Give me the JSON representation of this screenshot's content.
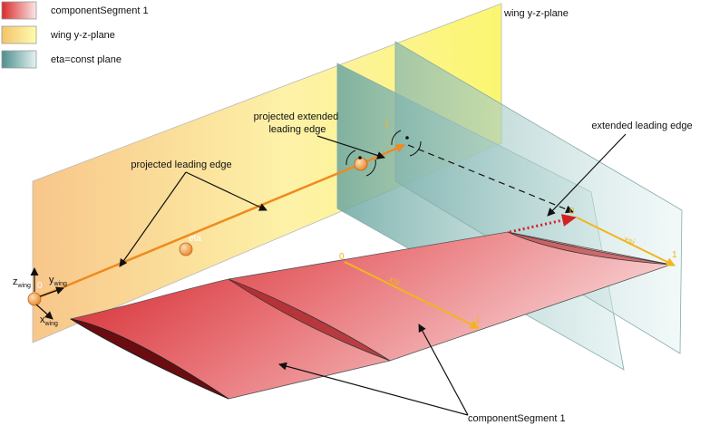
{
  "legend": [
    {
      "label": "componentSegment 1",
      "color_from": "#d92b2b",
      "color_to": "#fbe6e6"
    },
    {
      "label": "wing y-z-plane",
      "color_from": "#f5c36a",
      "color_to": "#fefcb0"
    },
    {
      "label": "eta=const plane",
      "color_from": "#4d8f8c",
      "color_to": "#e4f2f2"
    }
  ],
  "labels": {
    "wing_yz_plane": "wing y-z-plane",
    "projected_leading_edge": "projected leading edge",
    "projected_extended_leading_edge": "projected extended\nleading edge",
    "extended_leading_edge": "extended leading edge",
    "component_segment": "componentSegment 1",
    "eta": "eta",
    "xsi": "xsi",
    "xsi_ext": "xsi",
    "zero_origin": "0",
    "one_proj": "1",
    "zero_ext": "0",
    "one_ext": "1",
    "zero_seg": "0",
    "one_seg": "1"
  },
  "axes": {
    "z": "z",
    "z_sub": "wing",
    "y": "y",
    "y_sub": "wing",
    "x": "x",
    "x_sub": "wing"
  },
  "colors": {
    "leading_edge": "#ee8a1e",
    "xsi_arrow": "#f2b51c",
    "extended_dotted": "#d42020",
    "segment_red": "#d92b2b",
    "plane_yellow": "#fefcb0",
    "plane_teal": "#a8d0d0"
  }
}
